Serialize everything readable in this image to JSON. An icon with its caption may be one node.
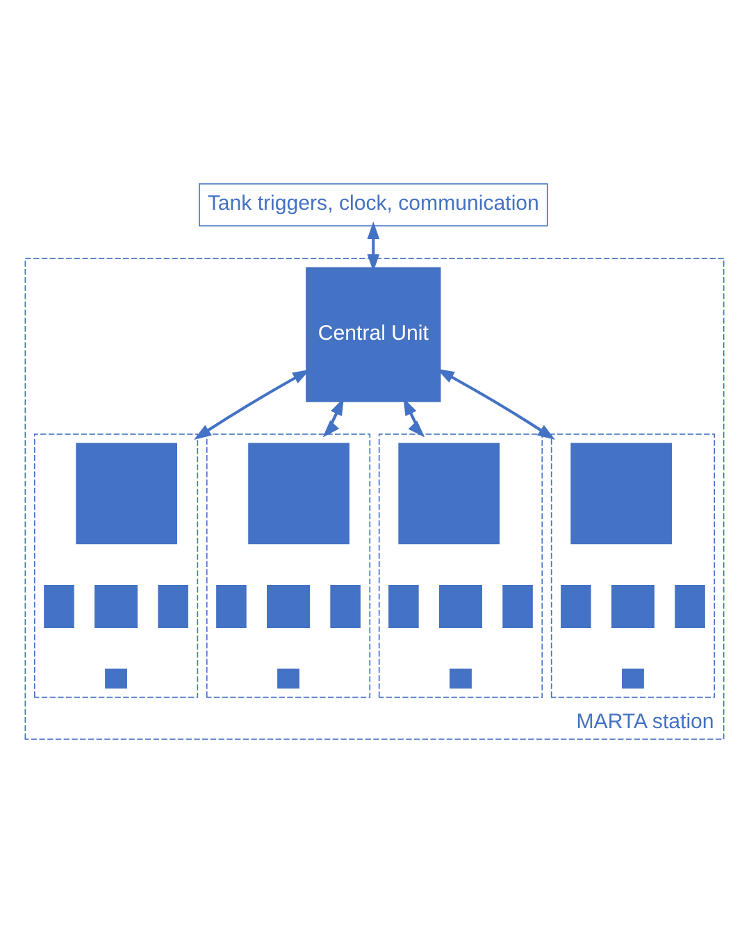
{
  "diagram": {
    "nodes": [
      {
        "text": [
          "Tank triggers, clock, communication"
        ]
      },
      {
        "text": [
          "MARTA station"
        ]
      },
      {
        "text": [
          "Central Unit"
        ],
        "in": 1
      },
      {
        "text": [],
        "shape": "box",
        "in": 1
      },
      {
        "text": [],
        "shape": "box",
        "in": 3
      },
      {
        "text": [],
        "shape": "box",
        "in": 3
      },
      {
        "text": [],
        "shape": "box",
        "in": 3
      },
      {
        "text": [],
        "shape": "box",
        "in": 3
      },
      {
        "text": [],
        "shape": "box",
        "in": 3
      },
      {
        "text": [],
        "shape": "box",
        "in": 1
      },
      {
        "text": [],
        "shape": "box",
        "in": 9
      },
      {
        "text": [],
        "shape": "box",
        "in": 9
      },
      {
        "text": [],
        "shape": "box",
        "in": 9
      },
      {
        "text": [],
        "shape": "box",
        "in": 9
      },
      {
        "text": [],
        "shape": "box",
        "in": 9
      },
      {
        "text": [],
        "shape": "box",
        "in": 1
      },
      {
        "text": [],
        "shape": "box",
        "in": 15
      },
      {
        "text": [],
        "shape": "box",
        "in": 15
      },
      {
        "text": [],
        "shape": "box",
        "in": 15
      },
      {
        "text": [],
        "shape": "box",
        "in": 15
      },
      {
        "text": [],
        "shape": "box",
        "in": 15
      },
      {
        "text": [],
        "shape": "box",
        "in": 1
      },
      {
        "text": [],
        "shape": "box",
        "in": 21
      },
      {
        "text": [],
        "shape": "box",
        "in": 21
      },
      {
        "text": [],
        "shape": "box",
        "in": 21
      },
      {
        "text": [],
        "shape": "box",
        "in": 21
      },
      {
        "text": [],
        "shape": "box",
        "in": 21
      }
    ],
    "edges": [
      {
        "from": 0,
        "to": 2,
        "arrow": "both"
      },
      {
        "from": 2,
        "to": 3,
        "arrow": "both"
      },
      {
        "from": 2,
        "to": 9,
        "arrow": "both"
      },
      {
        "from": 2,
        "to": 15,
        "arrow": "both"
      },
      {
        "from": 2,
        "to": 21,
        "arrow": "both"
      }
    ]
  }
}
